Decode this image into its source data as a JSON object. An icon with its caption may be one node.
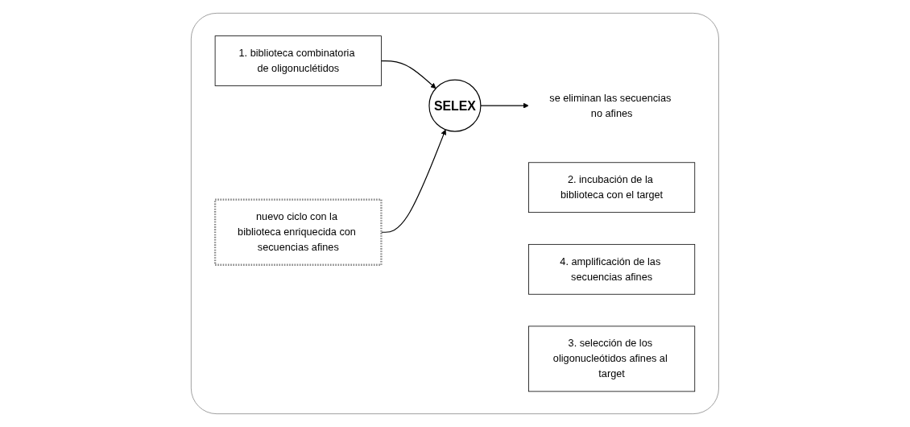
{
  "diagram": {
    "nodes": [
      {
        "text": [],
        "shape": "box"
      },
      {
        "text": [
          "1. biblioteca combinatoria de oligonuclétidos"
        ],
        "in": 0
      },
      {
        "text": [
          "2. incubación de la biblioteca con el target"
        ],
        "in": 0
      },
      {
        "text": [
          "nuevo ciclo con la biblioteca enriquecida con secuencias afines"
        ],
        "in": 0
      },
      {
        "text": [
          "SELEX"
        ],
        "in": 0
      },
      {
        "text": [
          "se eliminan las secuencias no afines"
        ],
        "in": 0
      },
      {
        "text": [
          "4. amplificación de las secuencias afines"
        ],
        "in": 0
      },
      {
        "text": [
          "3. selección de los oligonucleótidos afines al target"
        ],
        "in": 0
      }
    ],
    "edges": [
      {
        "from": 1,
        "to": 4,
        "arrow": "to"
      },
      {
        "from": 3,
        "to": 4,
        "arrow": "to"
      },
      {
        "from": 4,
        "to": 5,
        "arrow": "to"
      }
    ]
  }
}
